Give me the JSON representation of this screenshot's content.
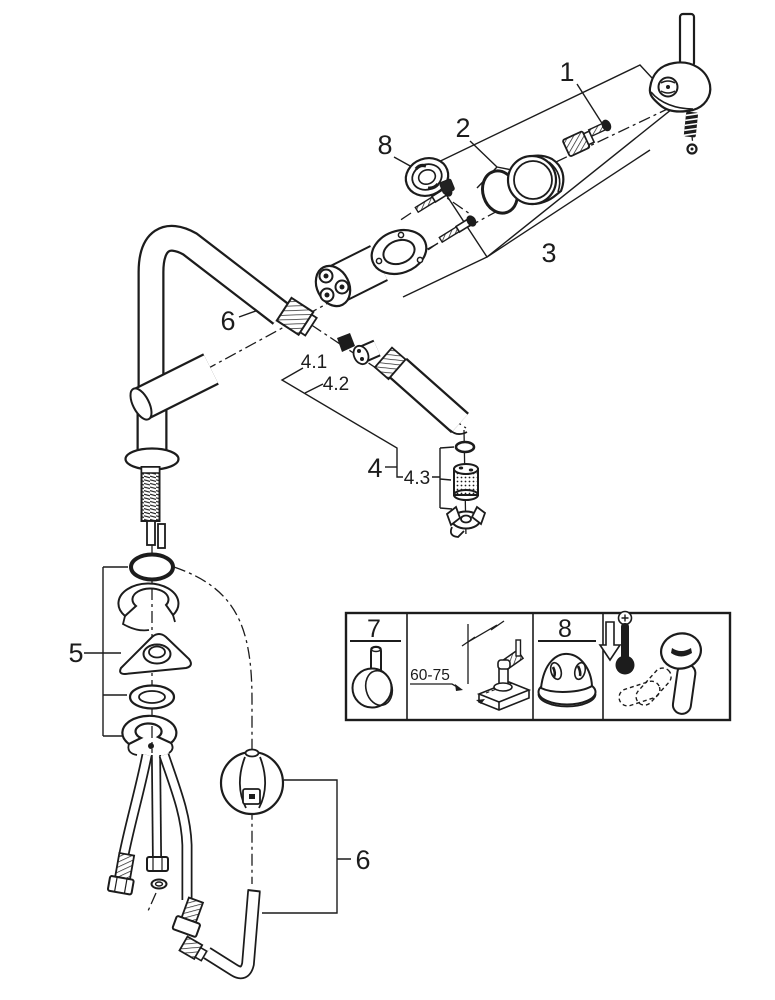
{
  "diagram": {
    "kind": "faucet-exploded-parts-diagram",
    "colors": {
      "line": "#1c1c1c",
      "background": "#ffffff"
    },
    "callouts": {
      "handle": {
        "label": "1"
      },
      "cap_group": {
        "label": "2"
      },
      "cartridge_group": {
        "label": "3"
      },
      "spray_group": {
        "label": "4"
      },
      "spray_seal": {
        "label": "4.1"
      },
      "spray_insert": {
        "label": "4.2"
      },
      "aerator_group": {
        "label": "4.3"
      },
      "mounting_set": {
        "label": "5"
      },
      "spout_hose_top": {
        "label": "6"
      },
      "hose_bottom": {
        "label": "6"
      },
      "mousseur_top": {
        "label": "8"
      }
    },
    "info_panels": {
      "lever": {
        "label": "7"
      },
      "install": {
        "dimension": "60-75"
      },
      "mousseur": {
        "label": "8"
      },
      "temperature": {
        "label": ""
      }
    }
  }
}
